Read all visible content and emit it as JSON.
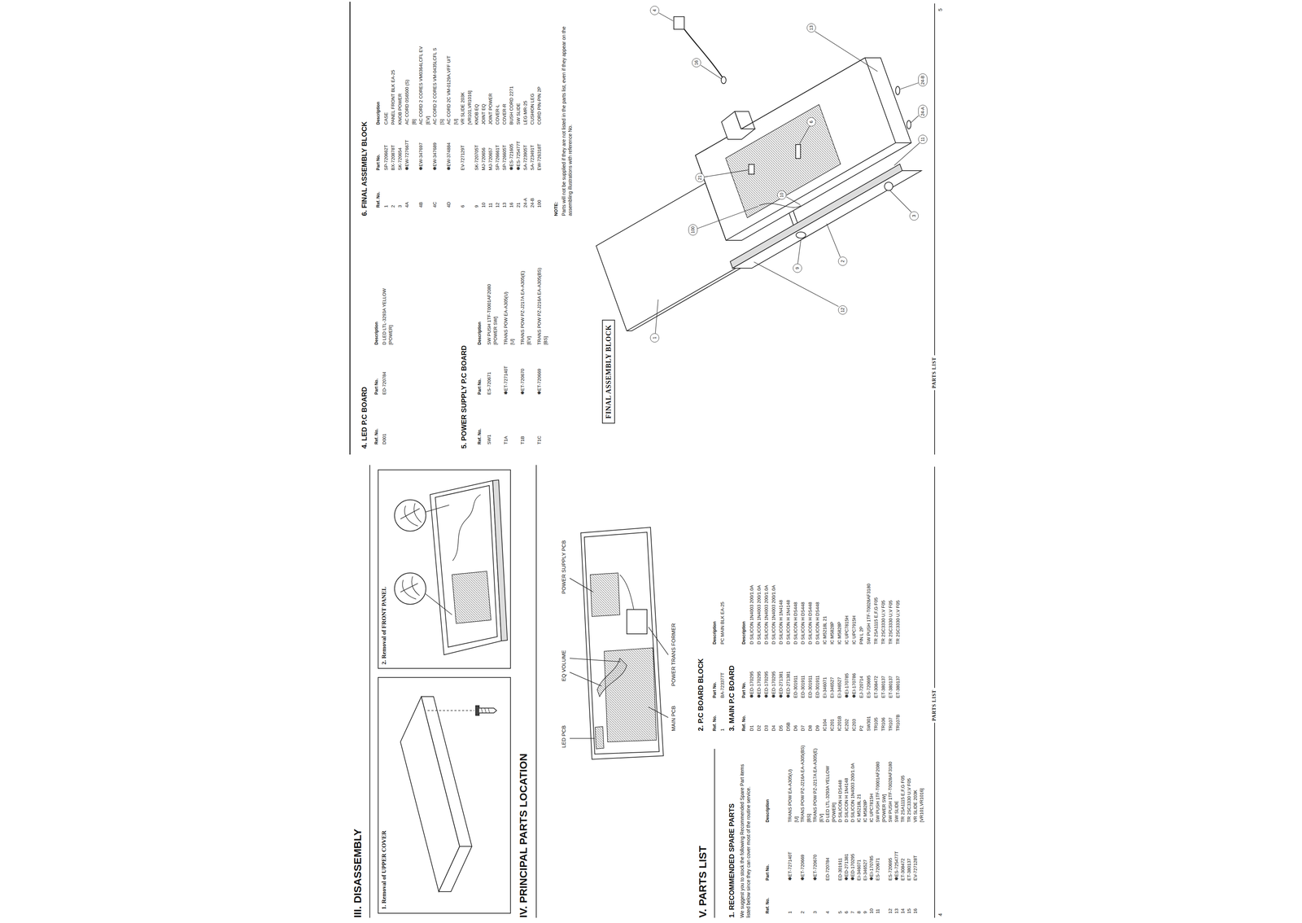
{
  "diagram": {
    "nodes": [
      {
        "text": [
          "1. Removal of UPPER COVER"
        ]
      },
      {
        "text": [
          "2. Removal of FRONT PANEL"
        ]
      },
      {
        "text": [
          "FINAL ASSEMBLY BLOCK"
        ]
      },
      {
        "text": [
          "1"
        ]
      },
      {
        "text": [
          "12"
        ]
      },
      {
        "text": [
          "13"
        ]
      },
      {
        "text": [
          "100"
        ]
      },
      {
        "text": [
          "21"
        ]
      },
      {
        "text": [
          "4"
        ]
      },
      {
        "text": [
          "16"
        ]
      },
      {
        "text": [
          "6"
        ]
      },
      {
        "text": [
          "10"
        ]
      },
      {
        "text": [
          "9"
        ]
      },
      {
        "text": [
          "2"
        ]
      },
      {
        "text": [
          "11"
        ]
      },
      {
        "text": [
          "3"
        ]
      },
      {
        "text": [
          "24-A"
        ]
      },
      {
        "text": [
          "24-B"
        ]
      }
    ],
    "labels": [
      "III. DISASSEMBLY",
      "IV. PRINCIPAL PARTS LOCATION",
      "LED PCB",
      "EQ VOLUME",
      "POWER SUPPLY PCB",
      "MAIN PCB",
      "POWER TRANS FORMER",
      "V. PARTS LIST",
      "1. RECOMMENDED SPARE PARTS",
      "We suggest you to stock the following Recommended Spare Part items listed below since they can cover most of the routine service.",
      "Ref. No.",
      "Part No.",
      "Description",
      "1",
      "✽ET-727140T",
      "TRANS POW EA-A305(U)",
      "[U]",
      "2",
      "✽ET-720669",
      "TRANS POW PZ-J216A EA-A305(BS)",
      "[BS]",
      "3",
      "✽ET-720670",
      "TRANS POW PZ-J217A EA-A305(E)",
      "[EV]",
      "4",
      "ED-720784",
      "D LED LTL-3293A YELLOW",
      "[POWER]",
      "5",
      "ED-301911",
      "D SILICON H DS448",
      "6",
      "✽ED-271381",
      "D SILICON H 1N4148",
      "7",
      "✽ED-170295",
      "D SILICON 1N4003 200/1.0A",
      "8",
      "EI-346071",
      "IC M5218L 21",
      "9",
      "EI-346527",
      "IC M5828P",
      "10",
      "✽EI-170785",
      "IC UPC7815H",
      "11",
      "ES-720671",
      "SW PUSH 1TF-T0001AF2080",
      "[POWER SW]",
      "12",
      "ES-720695",
      "SW PUSH 1TF-T0028AF3180",
      "13",
      "✽ES-725477T",
      "SW SLIDE",
      "14",
      "ET-308472",
      "TR 2SA1115 E,F,G F05",
      "15",
      "ET-380137",
      "TR 2SC3330 U,V F05",
      "16",
      "EV-727128T",
      "VR SLIDE 203K",
      "[VR101,VR1016]",
      "2. P.C BOARD BLOCK",
      "Ref. No.",
      "Part No.",
      "Description",
      "1",
      "BA-723377T",
      "PC MAIN BLK EA-25",
      "3. MAIN P.C BOARD",
      "Ref. No.",
      "Part No.",
      "Description",
      "D1",
      "✽ED-170295",
      "D SILICON 1N4003 200/1.0A",
      "D2",
      "✽ED-170295",
      "D SILICON 1N4003 200/1.0A",
      "D3",
      "✽ED-170295",
      "D SILICON 1N4003 200/1.0A",
      "D4",
      "✽ED-170295",
      "D SILICON 1N4003 200/1.0A",
      "D5",
      "✽ED-271381",
      "D SILICON H 1N4148",
      "D5B",
      "✽ED-271381",
      "D SILICON H 1N4148",
      "D6",
      "ED-301911",
      "D SILICON H DS448",
      "D7",
      "ED-301911",
      "D SILICON H DS448",
      "D8",
      "ED-301911",
      "D SILICON H DS448",
      "D9",
      "ED-301911",
      "D SILICON H DS448",
      "IC104",
      "EI-346071",
      "IC M5218L 21",
      "IC201",
      "EI-346527",
      "IC M5828P",
      "IC201B",
      "EI-346527",
      "IC M5828P",
      "IC202",
      "✽EI-170785",
      "IC UPC7815H",
      "IC203",
      "✽EI-170786",
      "IC UPC7915H",
      "P2",
      "EJ-720714",
      "PIN L 2P",
      "SW301",
      "ES-720695",
      "SW PUSH 1TF-T0028AF3180",
      "TR105",
      "ET-308472",
      "TR 2SA1115 E,F,G F05",
      "TR106",
      "ET-380137",
      "TR 2SC3330 U,V F05",
      "TR107",
      "ET-380137",
      "TR 2SC3330 U,V F05",
      "TR107B",
      "ET-380137",
      "TR 2SC3330 U,V F05",
      "PARTS LIST",
      "4",
      "4. LED P.C BOARD",
      "Ref. No.",
      "Part No.",
      "Description",
      "D001",
      "ED-720784",
      "D LED LTL-3293A YELLOW",
      "[POWER]",
      "5. POWER SUPPLY P.C BOARD",
      "Ref. No.",
      "Part No.",
      "Description",
      "SW1",
      "ES-720671",
      "SW PUSH 1TF-T0001AF2080",
      "[POWER SW]",
      "T1A",
      "✽ET-727140T",
      "TRANS POW EA-A305(U)",
      "[U]",
      "T1B",
      "✽ET-720670",
      "TRANS POW PZ-J217A EA-A305(E)",
      "[EV]",
      "T1C",
      "✽ET-720669",
      "TRANS POW PZ-J216A EA-A305(BS)",
      "[BS]",
      "6. FINAL ASSEMBLY BLOCK",
      "Ref. No.",
      "Part No.",
      "Description",
      "1",
      "SP-720662T",
      "CASE",
      "2",
      "BX-720878T",
      "PANEL FRONT BLK EA-25",
      "3",
      "SK-720654",
      "KNOB POWER",
      "4A",
      "✽EW-727667T",
      "AC CORD 0S6500 (S)",
      "[B]",
      "4B",
      "✽EW-347697",
      "AC CORD 2 CORES VM0364LCFL EV",
      "[EV]",
      "4C",
      "✽EW-347689",
      "AC CORD 2 CORES VM-0435LCFL S",
      "[S]",
      "4D",
      "✽EW-374884",
      "AC CORD 2C VM-0129A,VFF U/T",
      "[U]",
      "6",
      "EV-727129T",
      "VR SLIDE 203K",
      "[VR101,VR1016]",
      "9",
      "SK-720705T",
      "KNOB EQ",
      "10",
      "MJ-720656",
      "JOINT EQ",
      "11",
      "MJ-720657",
      "JOINT POWER",
      "12",
      "SP-726661T",
      "COVER-L",
      "13",
      "SP-726605T",
      "COVER-R",
      "16",
      "✽ES-721605",
      "BUSH CORD 2271",
      "21",
      "✽ES-725477T",
      "SW SLIDE",
      "24-A",
      "SA-723905T",
      "LEG MR-25",
      "24-B",
      "SA-723491T",
      "CUSHION LEG",
      "100",
      "EW-726318T",
      "CORD PIN-PIN 2P",
      "NOTE:",
      "Parts will not be supplied if they are not listed in the parts list, even if they appear on the assembling illustrations with reference No.",
      "PARTS LIST",
      "5"
    ]
  }
}
